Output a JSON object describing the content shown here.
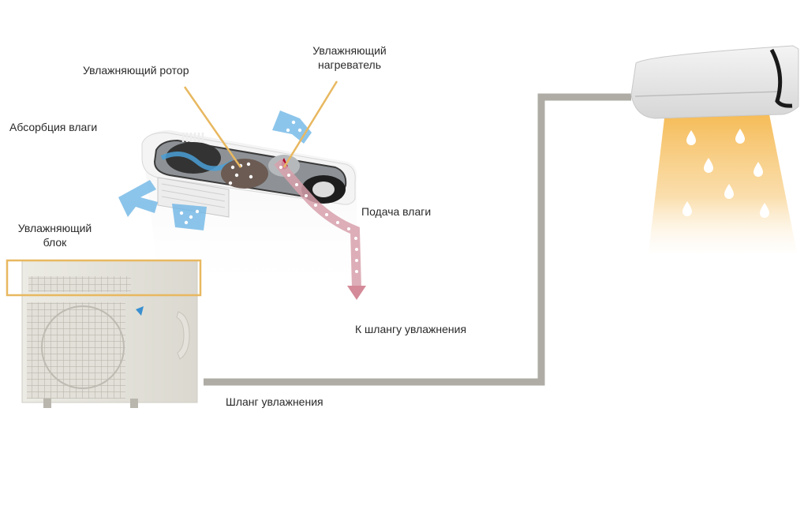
{
  "labels": {
    "rotor": "Увлажняющий ротор",
    "heater_line1": "Увлажняющий",
    "heater_line2": "нагреватель",
    "absorption": "Абсорбция влаги",
    "unit_line1": "Увлажняющий",
    "unit_line2": "блок",
    "supply": "Подача влаги",
    "to_hose": "К шлангу увлажнения",
    "hose": "Шланг увлажнения"
  },
  "colors": {
    "pipe": "#aeaca5",
    "leader_line": "#e8b860",
    "highlight_box": "#e8b860",
    "dry_air": "#6fb6e6",
    "moist_air": "#c98a9a",
    "beam": "#f7c46a"
  }
}
